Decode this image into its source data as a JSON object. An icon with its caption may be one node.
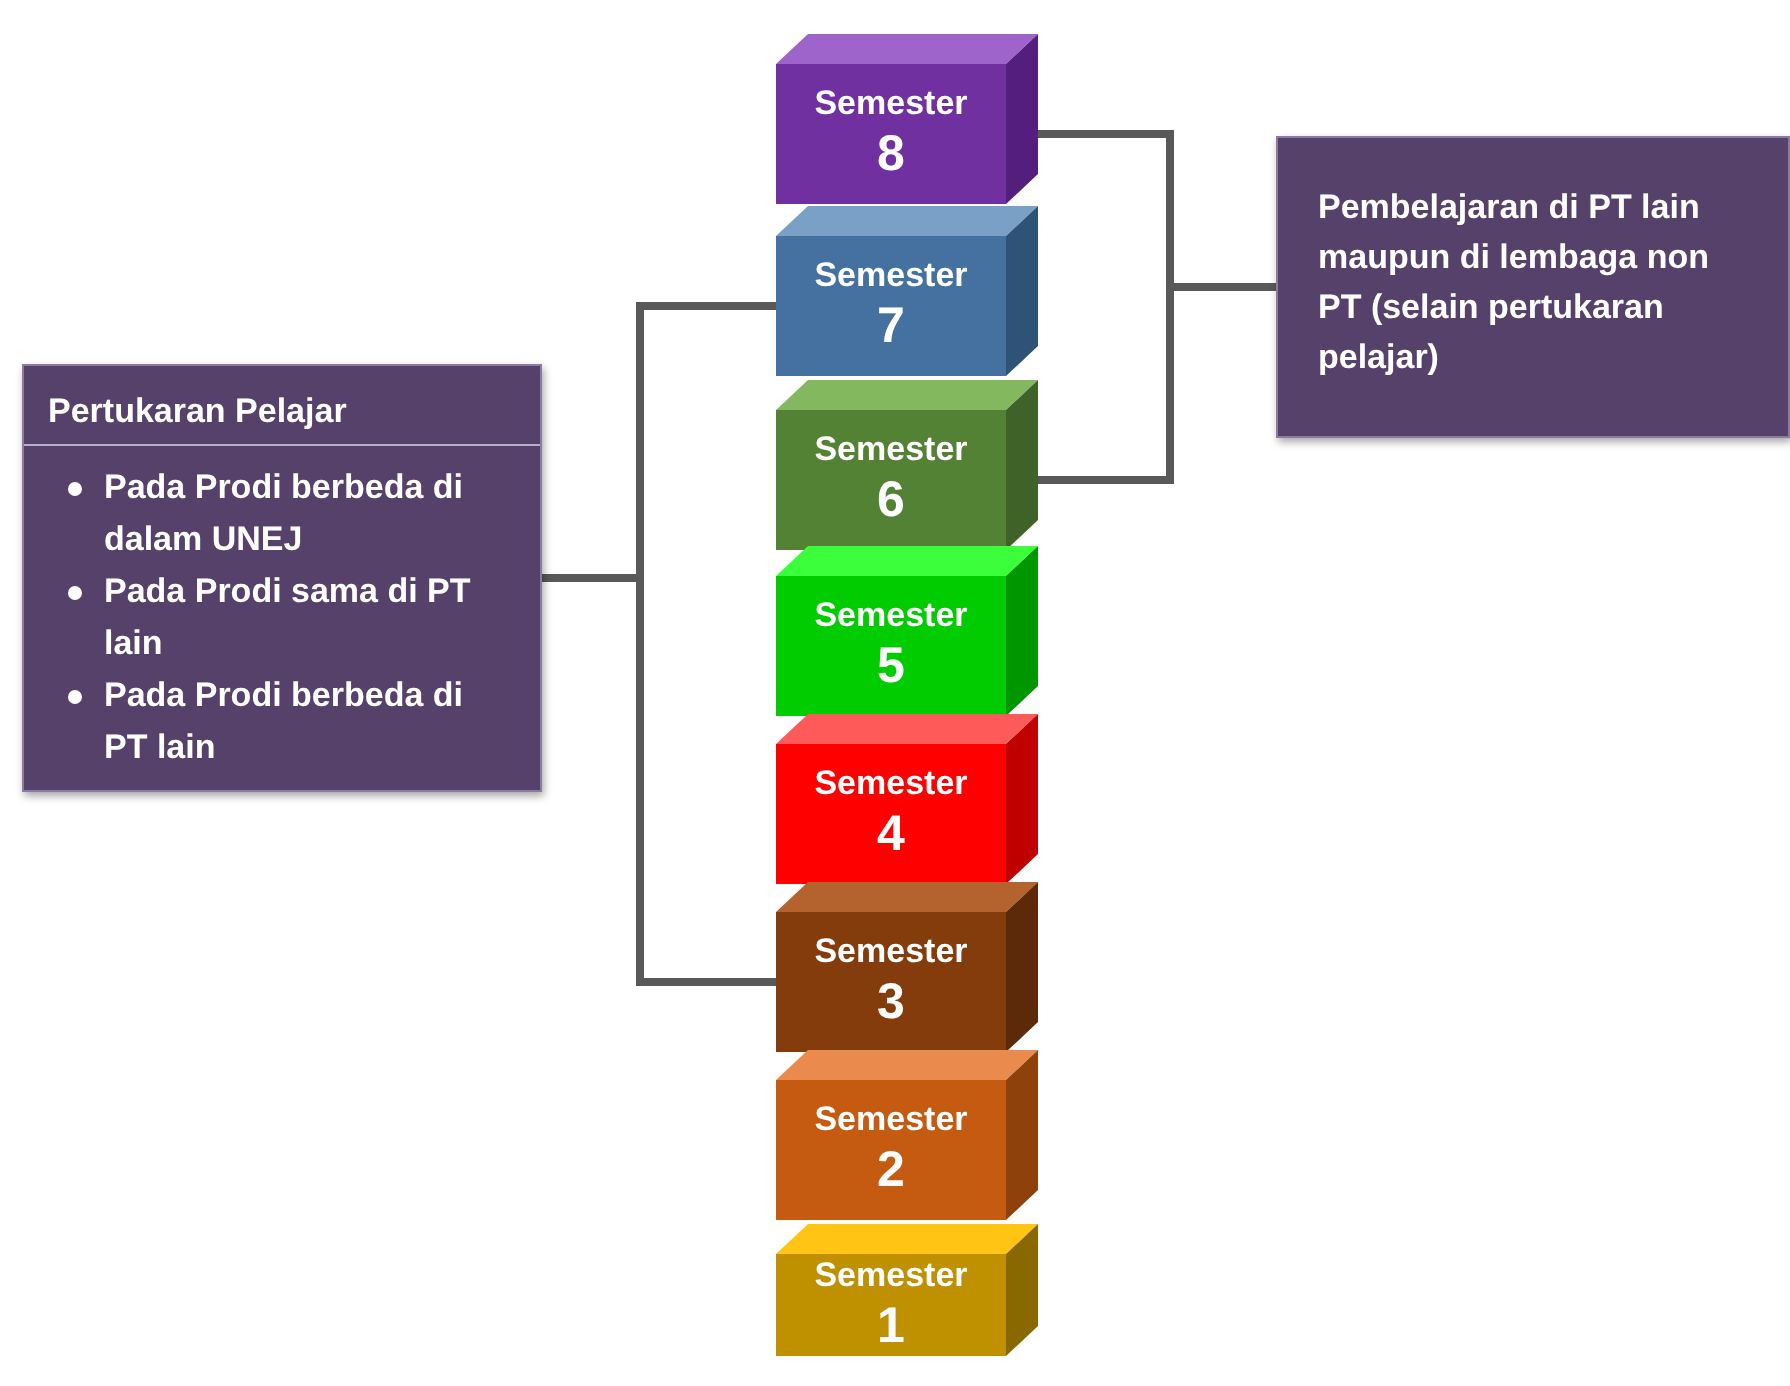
{
  "diagram": {
    "nodes": [
      {
        "text": [
          "Semester",
          "8"
        ]
      },
      {
        "text": [
          "Semester",
          "7"
        ]
      },
      {
        "text": [
          "Semester",
          "6"
        ]
      },
      {
        "text": [
          "Semester",
          "5"
        ]
      },
      {
        "text": [
          "Semester",
          "4"
        ]
      },
      {
        "text": [
          "Semester",
          "3"
        ]
      },
      {
        "text": [
          "Semester",
          "2"
        ]
      },
      {
        "text": [
          "Semester",
          "1"
        ]
      },
      {
        "text": [
          "Pertukaran Pelajar",
          "Pada Prodi berbeda di dalam UNEJ",
          "Pada Prodi sama di PT lain",
          "Pada Prodi berbeda di PT lain"
        ]
      },
      {
        "text": [
          "Pembelajaran di PT lain maupun di lembaga non PT (selain pertukaran pelajar)"
        ]
      }
    ],
    "edges": [
      {
        "from": 8,
        "to": 1,
        "arrow": "none"
      },
      {
        "from": 8,
        "to": 5,
        "arrow": "none"
      },
      {
        "from": 0,
        "to": 9,
        "arrow": "none"
      },
      {
        "from": 2,
        "to": 9,
        "arrow": "none"
      }
    ]
  }
}
